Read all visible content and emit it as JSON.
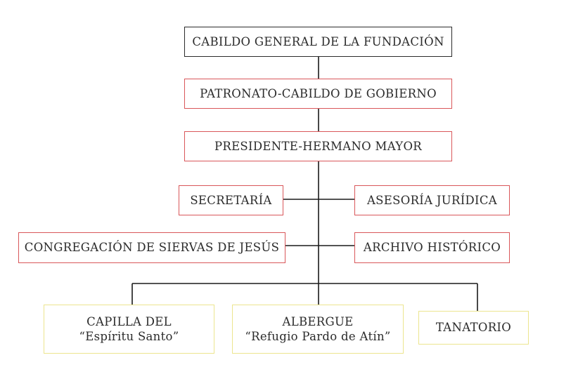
{
  "title": "",
  "nodes": {
    "cabildo": {
      "lines": [
        "CABILDO GENERAL DE LA FUNDACIÓN"
      ],
      "border": "#2b2b2b"
    },
    "patronato": {
      "lines": [
        "PATRONATO-CABILDO DE GOBIERNO"
      ],
      "border": "#d9575a"
    },
    "presidente": {
      "lines": [
        "PRESIDENTE-HERMANO MAYOR"
      ],
      "border": "#d9575a"
    },
    "secretaria": {
      "lines": [
        "SECRETARÍA"
      ],
      "border": "#d9575a"
    },
    "asesoria": {
      "lines": [
        "ASESORÍA JURÍDICA"
      ],
      "border": "#d9575a"
    },
    "congregacion": {
      "lines": [
        "CONGREGACIÓN DE SIERVAS DE JESÚS"
      ],
      "border": "#d9575a"
    },
    "archivo": {
      "lines": [
        "ARCHIVO HISTÓRICO"
      ],
      "border": "#d9575a"
    },
    "capilla": {
      "lines": [
        "CAPILLA DEL",
        "“Espíritu Santo”"
      ],
      "border": "#ece58f"
    },
    "albergue": {
      "lines": [
        "ALBERGUE",
        "“Refugio Pardo de Atín”"
      ],
      "border": "#ece58f"
    },
    "tanatorio": {
      "lines": [
        "TANATORIO"
      ],
      "border": "#ece58f"
    }
  },
  "edges": [
    [
      "cabildo",
      "patronato"
    ],
    [
      "patronato",
      "presidente"
    ],
    [
      "presidente",
      "secretaria"
    ],
    [
      "presidente",
      "asesoria"
    ],
    [
      "presidente",
      "congregacion"
    ],
    [
      "presidente",
      "archivo"
    ],
    [
      "presidente",
      "capilla"
    ],
    [
      "presidente",
      "albergue"
    ],
    [
      "presidente",
      "tanatorio"
    ]
  ],
  "colors": {
    "line": "#1a1a1a",
    "text": "#2b2b2b"
  }
}
